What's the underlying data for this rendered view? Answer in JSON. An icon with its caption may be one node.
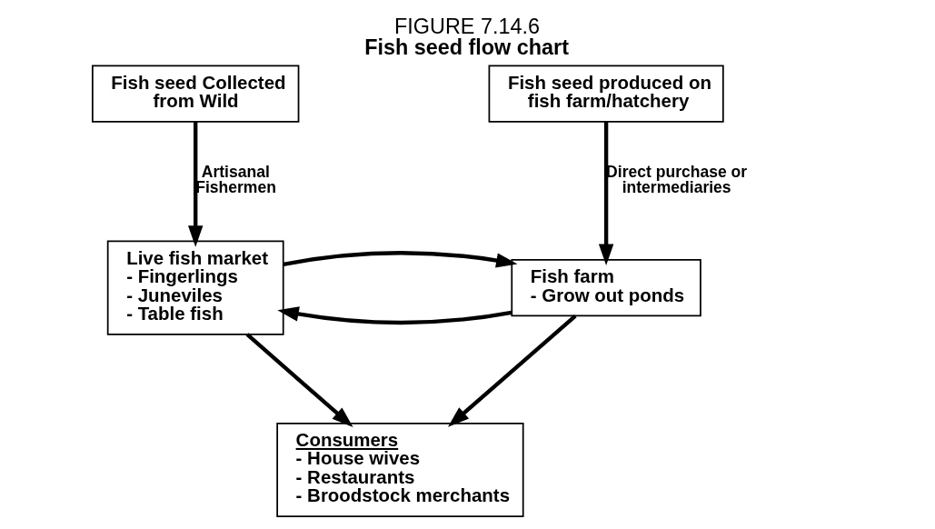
{
  "diagram": {
    "title": "FIGURE 7.14.6",
    "caption": "Fish seed flow chart",
    "nodes": [
      {
        "text": [
          "Fish seed Collected from Wild"
        ]
      },
      {
        "text": [
          "Fish seed produced on fish farm/hatchery"
        ]
      },
      {
        "text": [
          "Live fish market",
          "- Fingerlings",
          "- Juneviles",
          "- Table fish"
        ]
      },
      {
        "text": [
          "Fish farm",
          "- Grow out ponds"
        ]
      },
      {
        "text": [
          "Consumers",
          "- House wives",
          "- Restaurants",
          "- Broodstock merchants"
        ]
      }
    ],
    "edges": [
      {
        "from": 0,
        "to": 2,
        "arrow": "to",
        "label": "Artisanal Fishermen"
      },
      {
        "from": 1,
        "to": 3,
        "arrow": "to",
        "label": "Direct purchase or intermediaries"
      },
      {
        "from": 3,
        "to": 2,
        "arrow": "to"
      },
      {
        "from": 2,
        "to": 3,
        "arrow": "to"
      },
      {
        "from": 2,
        "to": 4,
        "arrow": "to"
      },
      {
        "from": 3,
        "to": 4,
        "arrow": "to"
      }
    ]
  }
}
